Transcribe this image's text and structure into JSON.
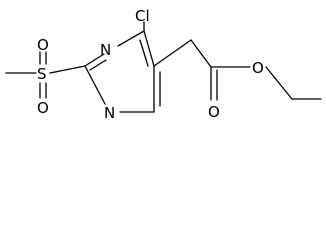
{
  "molecule": {
    "atoms": {
      "cl": "Cl",
      "n_top": "N",
      "n_bottom": "N",
      "s": "S",
      "o_sulfonyl_top": "O",
      "o_sulfonyl_bottom": "O",
      "o_carbonyl": "O",
      "o_ester": "O"
    }
  }
}
